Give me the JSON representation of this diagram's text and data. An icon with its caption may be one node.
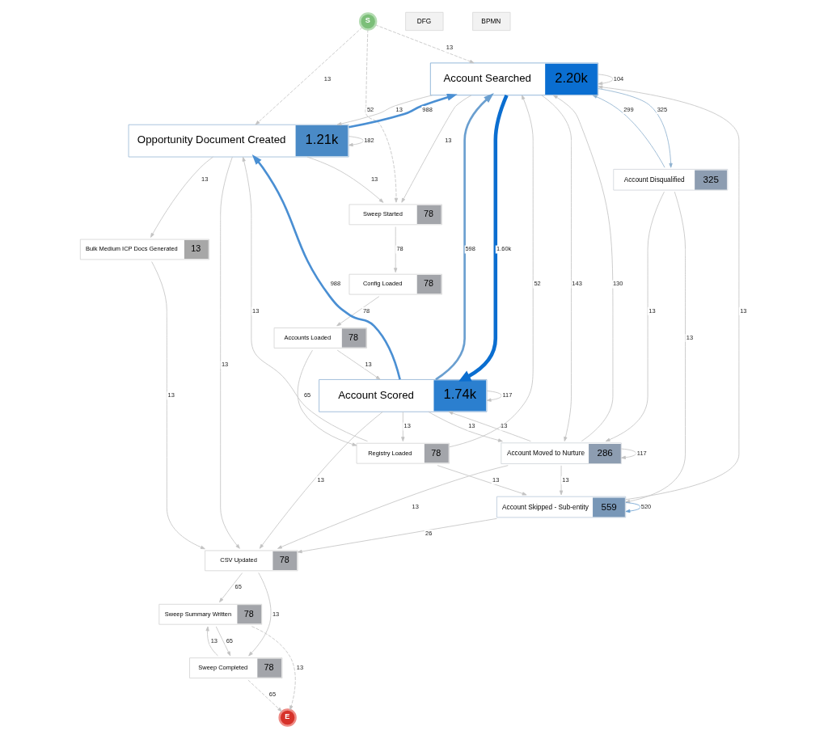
{
  "diagram": {
    "nodes": [
      {
        "text": [
          "S"
        ]
      },
      {
        "text": [
          "Account Searched",
          "2.20k"
        ]
      },
      {
        "text": [
          "Opportunity Document Created",
          "1.21k"
        ]
      },
      {
        "text": [
          "Account Disqualified",
          "325"
        ]
      },
      {
        "text": [
          "Sweep Started",
          "78"
        ]
      },
      {
        "text": [
          "Bulk Medium ICP Docs Generated",
          "13"
        ]
      },
      {
        "text": [
          "Config Loaded",
          "78"
        ]
      },
      {
        "text": [
          "Account Moved to Nurture",
          "286"
        ]
      },
      {
        "text": [
          "Accounts Loaded",
          "78"
        ]
      },
      {
        "text": [
          "Account Scored",
          "1.74k"
        ]
      },
      {
        "text": [
          "Registry Loaded",
          "78"
        ]
      },
      {
        "text": [
          "Account Skipped - Sub-entity",
          "559"
        ]
      },
      {
        "text": [
          "CSV Updated",
          "78"
        ]
      },
      {
        "text": [
          "Sweep Summary Written",
          "78"
        ]
      },
      {
        "text": [
          "Sweep Completed",
          "78"
        ]
      },
      {
        "text": [
          "E"
        ]
      }
    ],
    "edges": [
      {
        "from": 0,
        "to": 1,
        "arrow": "to",
        "label": "13",
        "style": "dashed"
      },
      {
        "from": 0,
        "to": 2,
        "arrow": "to",
        "label": "13",
        "style": "dashed"
      },
      {
        "from": 0,
        "to": 4,
        "arrow": "to",
        "label": "52",
        "style": "dashed"
      },
      {
        "from": 1,
        "to": 1,
        "arrow": "to",
        "label": "104"
      },
      {
        "from": 1,
        "to": 2,
        "arrow": "to",
        "label": "13"
      },
      {
        "from": 2,
        "to": 1,
        "arrow": "to",
        "label": "988",
        "style": "thick",
        "color": "#4a8fd3"
      },
      {
        "from": 2,
        "to": 2,
        "arrow": "to",
        "label": "182"
      },
      {
        "from": 1,
        "to": 3,
        "arrow": "to",
        "label": "325",
        "color": "#8eb0cf"
      },
      {
        "from": 3,
        "to": 1,
        "arrow": "to",
        "label": "299",
        "color": "#8eb0cf"
      },
      {
        "from": 1,
        "to": 9,
        "arrow": "to",
        "label": "1.60k",
        "style": "thick",
        "color": "#0b6ed0"
      },
      {
        "from": 9,
        "to": 2,
        "arrow": "to",
        "label": "988",
        "style": "thick",
        "color": "#4a8fd3"
      },
      {
        "from": 9,
        "to": 1,
        "arrow": "to",
        "label": "598",
        "style": "thick",
        "color": "#6a9fd0"
      },
      {
        "from": 1,
        "to": 7,
        "arrow": "to",
        "label": "143"
      },
      {
        "from": 7,
        "to": 1,
        "arrow": "to",
        "label": "130"
      },
      {
        "from": 1,
        "to": 4,
        "arrow": "to",
        "label": "13"
      },
      {
        "from": 2,
        "to": 5,
        "arrow": "to",
        "label": "13"
      },
      {
        "from": 2,
        "to": 4,
        "arrow": "to",
        "label": "13"
      },
      {
        "from": 10,
        "to": 2,
        "arrow": "to",
        "label": "13"
      },
      {
        "from": 2,
        "to": 12,
        "arrow": "to",
        "label": "13"
      },
      {
        "from": 5,
        "to": 12,
        "arrow": "to",
        "label": "13"
      },
      {
        "from": 3,
        "to": 7,
        "arrow": "to",
        "label": "13"
      },
      {
        "from": 3,
        "to": 11,
        "arrow": "to",
        "label": "13"
      },
      {
        "from": 4,
        "to": 6,
        "arrow": "to",
        "label": "78"
      },
      {
        "from": 6,
        "to": 8,
        "arrow": "to",
        "label": "78"
      },
      {
        "from": 8,
        "to": 10,
        "arrow": "to",
        "label": "65"
      },
      {
        "from": 8,
        "to": 9,
        "arrow": "to",
        "label": "13"
      },
      {
        "from": 10,
        "to": 1,
        "arrow": "to",
        "label": "52"
      },
      {
        "from": 10,
        "to": 11,
        "arrow": "to",
        "label": "13"
      },
      {
        "from": 11,
        "to": 1,
        "arrow": "to",
        "label": "13"
      },
      {
        "from": 11,
        "to": 11,
        "arrow": "to",
        "label": "520",
        "color": "#6a9fd0"
      },
      {
        "from": 11,
        "to": 12,
        "arrow": "to",
        "label": "26"
      },
      {
        "from": 7,
        "to": 7,
        "arrow": "to",
        "label": "117"
      },
      {
        "from": 7,
        "to": 9,
        "arrow": "to",
        "label": "13"
      },
      {
        "from": 9,
        "to": 7,
        "arrow": "to",
        "label": "13"
      },
      {
        "from": 7,
        "to": 11,
        "arrow": "to",
        "label": "13"
      },
      {
        "from": 7,
        "to": 12,
        "arrow": "to",
        "label": "13"
      },
      {
        "from": 9,
        "to": 9,
        "arrow": "to",
        "label": "117"
      },
      {
        "from": 9,
        "to": 12,
        "arrow": "to",
        "label": "13"
      },
      {
        "from": 9,
        "to": 10,
        "arrow": "to",
        "label": "13"
      },
      {
        "from": 12,
        "to": 13,
        "arrow": "to",
        "label": "65"
      },
      {
        "from": 12,
        "to": 14,
        "arrow": "to",
        "label": "13"
      },
      {
        "from": 13,
        "to": 14,
        "arrow": "to",
        "label": "65"
      },
      {
        "from": 14,
        "to": 13,
        "arrow": "to",
        "label": "13"
      },
      {
        "from": 13,
        "to": 15,
        "arrow": "to",
        "label": "13",
        "style": "dashed"
      },
      {
        "from": 14,
        "to": 15,
        "arrow": "to",
        "label": "65",
        "style": "dashed"
      }
    ],
    "labels": [
      "DFG",
      "BPMN"
    ]
  }
}
